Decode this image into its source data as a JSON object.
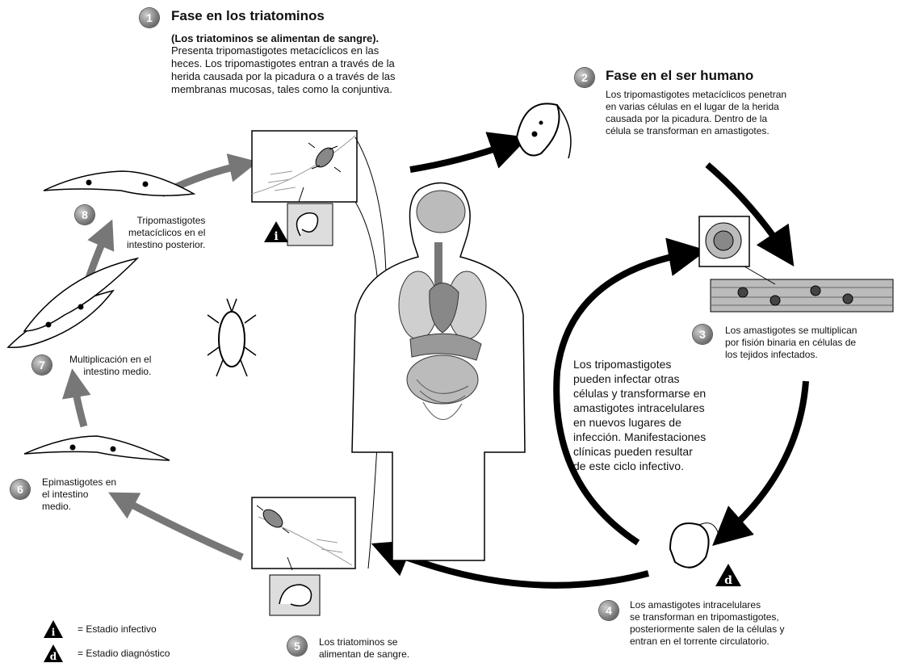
{
  "steps": [
    {
      "number": "1",
      "title": "Fase en los triatominos",
      "subtitle": "(Los triatominos se alimentan de sangre).",
      "lines": [
        "Presenta tripomastigotes metacíclicos en las",
        "heces. Los tripomastigotes entran a través de la",
        "herida causada por la picadura o a través de las",
        "membranas mucosas, tales como la conjuntiva."
      ]
    },
    {
      "number": "2",
      "title": "Fase en el ser humano",
      "lines": [
        "Los tripomastigotes metacíclicos penetran",
        "en varias células en el lugar de la herida",
        "causada por la picadura. Dentro de la",
        "célula se transforman en amastigotes."
      ]
    },
    {
      "number": "3",
      "lines": [
        "Los amastigotes se multiplican",
        "por fisión binaria en células de",
        "los tejidos infectados."
      ]
    },
    {
      "number": "4",
      "lines": [
        "Los amastigotes intracelulares",
        "se transforman en tripomastigotes,",
        "posteriormente salen de la células y",
        "entran en el torrente circulatorio."
      ]
    },
    {
      "number": "5",
      "lines": [
        "Los triatominos se",
        "alimentan de sangre."
      ]
    },
    {
      "number": "6",
      "lines": [
        "Epimastigotes en",
        "el intestino",
        "medio."
      ]
    },
    {
      "number": "7",
      "lines": [
        "Multiplicación en el",
        "intestino medio."
      ]
    },
    {
      "number": "8",
      "lines": [
        "Tripomastigotes",
        "metacíclicos en el",
        "intestino posterior."
      ]
    }
  ],
  "center_text": [
    "Los tripomastigotes",
    "pueden infectar otras",
    "células y transformarse en",
    "amastigotes intracelulares",
    "en nuevos lugares de",
    "infección. Manifestaciones",
    "clínicas pueden resultar",
    "de este ciclo infectivo."
  ],
  "legend": [
    {
      "symbol": "i",
      "label": "= Estadio infectivo"
    },
    {
      "symbol": "d",
      "label": "= Estadio diagnóstico"
    }
  ],
  "marker_infective": "i",
  "marker_diagnostic": "d"
}
